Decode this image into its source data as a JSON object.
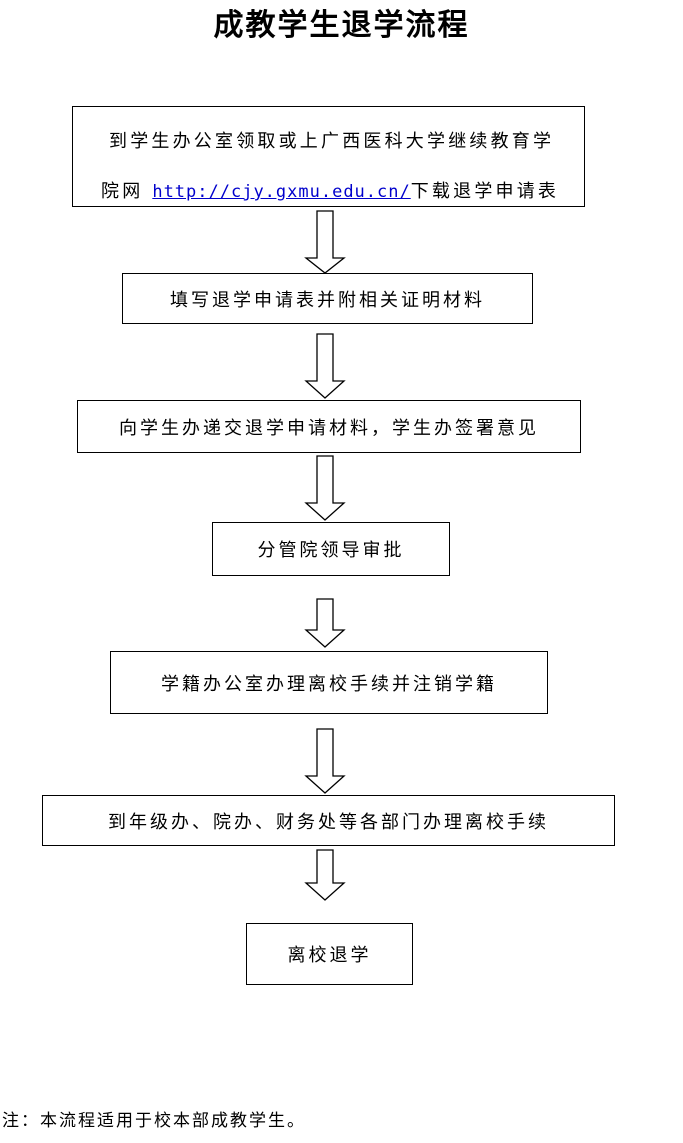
{
  "title": "成教学生退学流程",
  "steps": [
    {
      "line1": "到学生办公室领取或上广西医科大学继续教育学",
      "line2_prefix": "院网 ",
      "link_text": "http://cjy.gxmu.edu.cn/",
      "line2_suffix": "下载退学申请表"
    },
    {
      "text": "填写退学申请表并附相关证明材料"
    },
    {
      "text": "向学生办递交退学申请材料，学生办签署意见"
    },
    {
      "text": "分管院领导审批"
    },
    {
      "text": "学籍办公室办理离校手续并注销学籍"
    },
    {
      "text": "到年级办、院办、财务处等各部门办理离校手续"
    },
    {
      "text": "离校退学"
    }
  ],
  "arrow_icon": "down-arrow-icon",
  "colors": {
    "link": "#0000cc",
    "border": "#000000"
  },
  "note": "注：本流程适用于校本部成教学生。"
}
